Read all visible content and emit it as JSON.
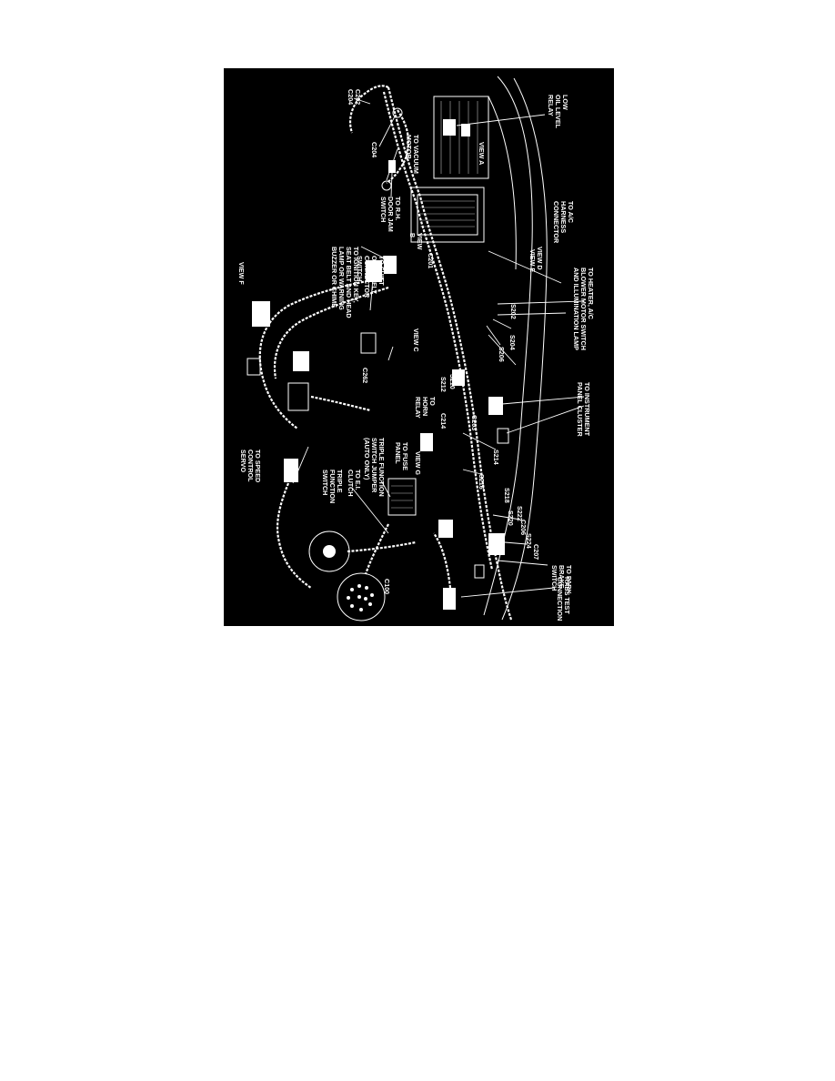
{
  "diagram": {
    "labels": {
      "low_oil_level_relay": [
        "LOW",
        "OIL LEVEL",
        "RELAY"
      ],
      "c202_c204": [
        "C202",
        "C204"
      ],
      "c204": "C204",
      "to_vacuum_motor": [
        "TO VACUUM",
        "MOTOR"
      ],
      "view_a": "VIEW A",
      "to_rh_door_jamb": [
        "TO R.H.",
        "DOOR JAM",
        "SWITCH"
      ],
      "to_ac_harness": [
        "TO A/C",
        "HARNESS",
        "CONNECTOR"
      ],
      "to_ignition_key": [
        "TO IGNITION KEY,",
        "SEAT BELT AND HEAD",
        "LAMP OR WARNING",
        "BUZZER OR CHIME"
      ],
      "view_b": [
        "VIEW",
        "B"
      ],
      "c201": "C201",
      "view_d": "VIEW D",
      "view_e": "VIEW E",
      "to_heater": [
        "TO HEATER, A/C",
        "BLOWER MOTOR SWITCH",
        "AND ILLUMINATION LAMP"
      ],
      "s202": "S202",
      "to_shift_lock": [
        "TO SHIFT",
        "ON THE FLY",
        "CONNECTOR",
        "SWITCH"
      ],
      "view_f": "VIEW F",
      "view_c": "VIEW C",
      "s204": "S204",
      "s206": "S206",
      "c262": "C262",
      "to_horn_relay": [
        "TO",
        "HORN",
        "RELAY"
      ],
      "s212": "S212",
      "s210": "S210",
      "to_instrument": [
        "TO INSTRUMENT",
        "PANEL CLUSTER"
      ],
      "c214": "C214",
      "c203": "C203",
      "to_speed_control": [
        "TO SPEED",
        "CONTROL",
        "SERVO"
      ],
      "triple_jumper": [
        "TRIPLE FUNCTION",
        "SWITCH JUMPER",
        "(AUTO ONLY)"
      ],
      "to_fuse_panel": [
        "TO FUSE",
        "PANEL"
      ],
      "view_g": "VIEW G",
      "s214": "S214",
      "s216": "S216",
      "s218": "S218",
      "to_ei_clutch": [
        "TO E.I.",
        "CLUTCH"
      ],
      "triple_function": [
        "TRIPLE",
        "FUNCTION",
        "SWITCH"
      ],
      "s222": "S222",
      "s220": "S220",
      "c206": "C206",
      "s224": "S224",
      "c100": "C100",
      "c207": "C207",
      "to_park_brake": [
        "TO PARK",
        "BRAKE",
        "SWITCH"
      ],
      "rabs_test": [
        "RABS TEST",
        "CONNECTION"
      ]
    }
  }
}
